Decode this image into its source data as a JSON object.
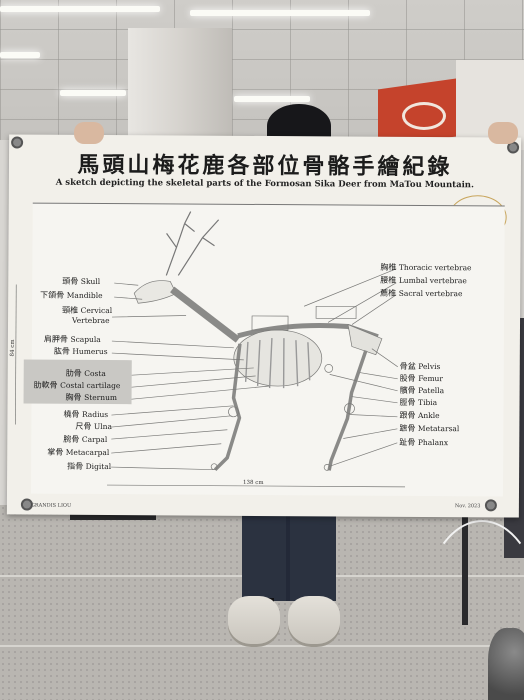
{
  "banner": {
    "title_zh": "馬頭山梅花鹿各部位骨骼手繪紀錄",
    "title_en": "A sketch depicting the skeletal parts of the Formosan Sika Deer from MaTou Mountain.",
    "seal_text": "GRANDIS LIOU",
    "height_dim": "84 cm",
    "width_dim": "138 cm",
    "footer_left": "GRANDIS LIOU",
    "footer_right": "Nov. 2023"
  },
  "labels_left": [
    {
      "zh": "頭骨",
      "en": "Skull"
    },
    {
      "zh": "下頜骨",
      "en": "Mandible"
    },
    {
      "zh": "頸椎",
      "en": "Cervical"
    },
    {
      "zh": "",
      "en": "Vertebrae"
    },
    {
      "zh": "肩胛骨",
      "en": "Scapula"
    },
    {
      "zh": "肱骨",
      "en": "Humerus"
    },
    {
      "zh": "肋骨",
      "en": "Costa"
    },
    {
      "zh": "肋軟骨",
      "en": "Costal cartilage"
    },
    {
      "zh": "胸骨",
      "en": "Sternum"
    },
    {
      "zh": "橈骨",
      "en": "Radius"
    },
    {
      "zh": "尺骨",
      "en": "Ulna"
    },
    {
      "zh": "腕骨",
      "en": "Carpal"
    },
    {
      "zh": "掌骨",
      "en": "Metacarpal"
    },
    {
      "zh": "指骨",
      "en": "Digital"
    }
  ],
  "labels_right": [
    {
      "zh": "胸椎",
      "en": "Thoracic vertebrae"
    },
    {
      "zh": "腰椎",
      "en": "Lumbal vertebrae"
    },
    {
      "zh": "薦椎",
      "en": "Sacral vertebrae"
    },
    {
      "zh": "骨盆",
      "en": "Pelvis"
    },
    {
      "zh": "股骨",
      "en": "Femur"
    },
    {
      "zh": "髕骨",
      "en": "Patella"
    },
    {
      "zh": "脛骨",
      "en": "Tibia"
    },
    {
      "zh": "跟骨",
      "en": "Ankle"
    },
    {
      "zh": "蹠骨",
      "en": "Metatarsal"
    },
    {
      "zh": "趾骨",
      "en": "Phalanx"
    }
  ]
}
